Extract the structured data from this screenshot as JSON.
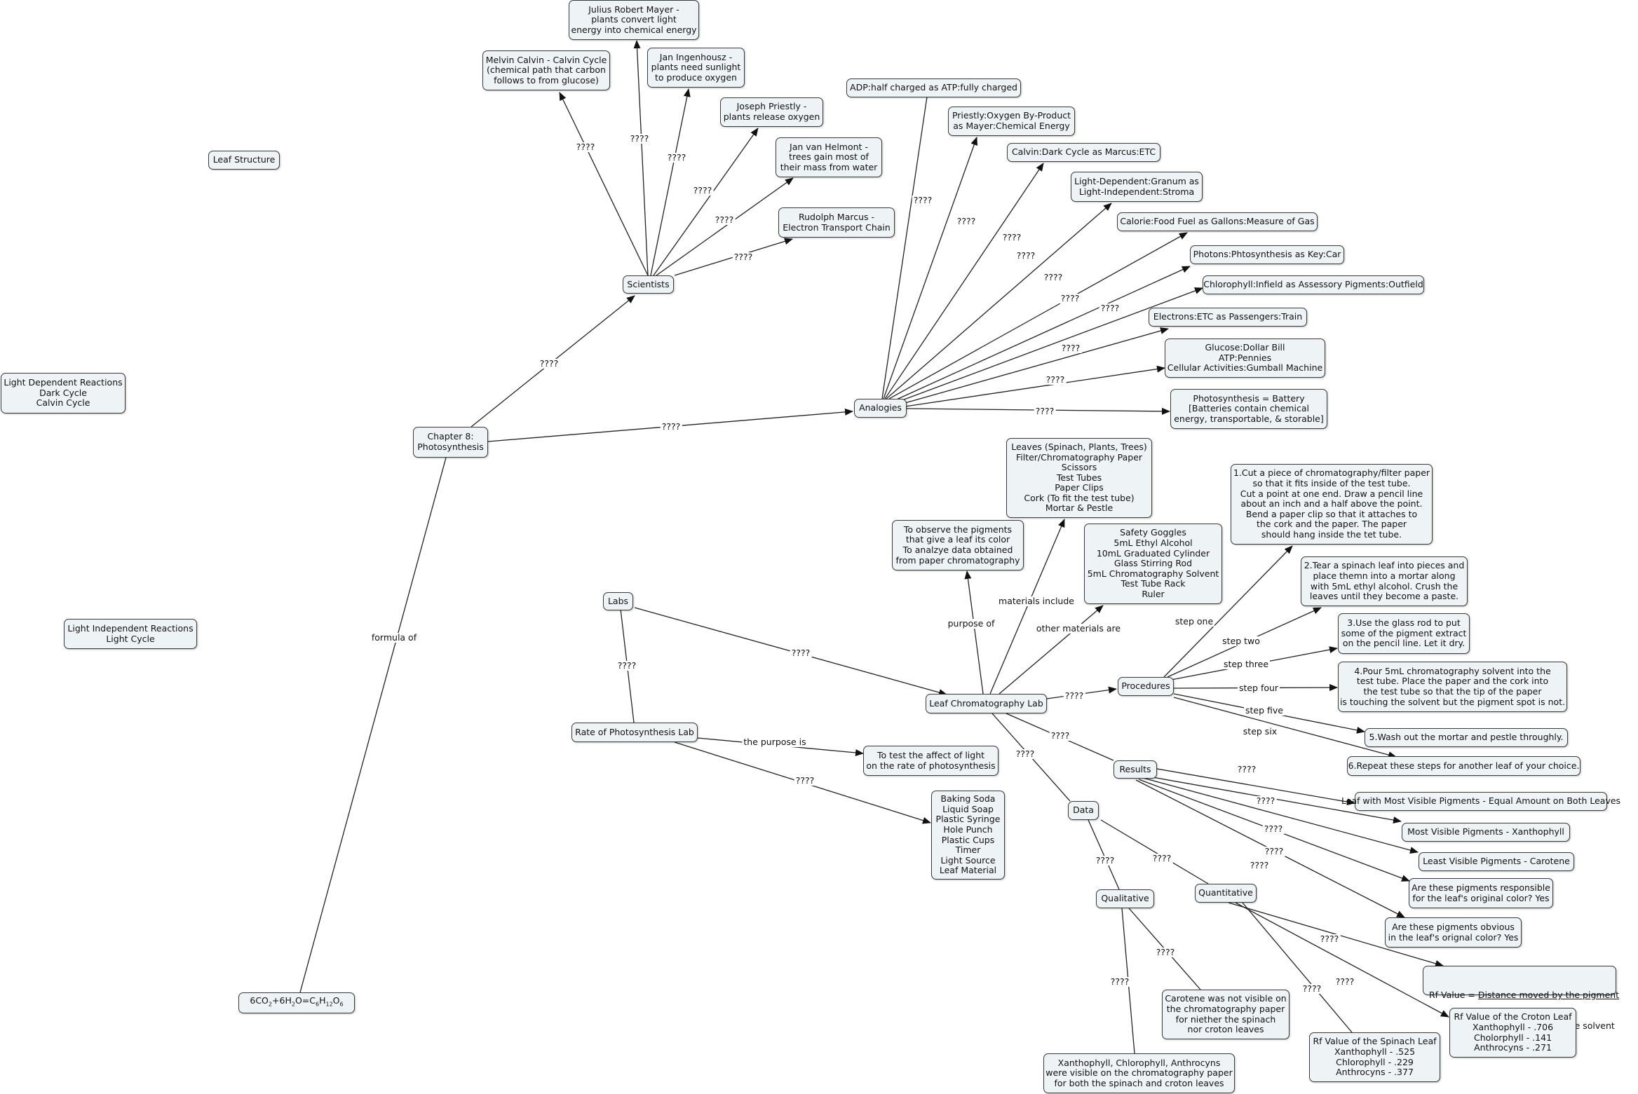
{
  "concept_map": {
    "nodes": {
      "leaf_structure": "Leaf Structure",
      "light_dependent": "Light Dependent Reactions\nDark Cycle\nCalvin Cycle",
      "light_independent": "Light Independent Reactions\nLight Cycle",
      "chapter8": "Chapter 8:\nPhotosynthesis",
      "scientists": "Scientists",
      "mayer": "Julius Robert Mayer -\nplants convert light\nenergy into chemical energy",
      "calvin": "Melvin Calvin - Calvin Cycle\n(chemical path that carbon\nfollows to from glucose)",
      "ingenhousz": "Jan Ingenhousz -\nplants need sunlight\nto produce oxygen",
      "priestly": "Joseph Priestly -\nplants release oxygen",
      "helmont": "Jan van Helmont -\ntrees gain most of\ntheir mass from water",
      "marcus": "Rudolph Marcus -\nElectron Transport Chain",
      "analogies": "Analogies",
      "an_adp": "ADP:half charged as ATP:fully charged",
      "an_priestly": "Priestly:Oxygen By-Product\nas Mayer:Chemical Energy",
      "an_calvin": "Calvin:Dark Cycle as Marcus:ETC",
      "an_granum": "Light-Dependent:Granum as\nLight-Independent:Stroma",
      "an_calorie": "Calorie:Food Fuel as Gallons:Measure of Gas",
      "an_photons": "Photons:Phtosynthesis as Key:Car",
      "an_chloro": "Chlorophyll:Infield as Assessory Pigments:Outfield",
      "an_electrons": "Electrons:ETC as Passengers:Train",
      "an_glucose": "Glucose:Dollar Bill\nATP:Pennies\nCellular Activities:Gumball Machine",
      "an_battery": "Photosynthesis = Battery\n[Batteries contain chemical\nenergy, transportable, & storable]",
      "formula_parts": [
        "6",
        "CO",
        "2",
        "+6",
        "H",
        "2",
        "O=",
        "C",
        "6",
        "H",
        "12",
        "O",
        "6"
      ],
      "labs": "Labs",
      "rate_lab": "Rate of Photosynthesis Lab",
      "rate_purpose": "To test the affect of light\non the rate of photosynthesis",
      "rate_materials": "Baking Soda\nLiquid Soap\nPlastic Syringe\nHole Punch\nPlastic Cups\nTimer\nLight Source\nLeaf Material",
      "leaf_lab": "Leaf Chromatography Lab",
      "leaf_purpose": "To observe the pigments\nthat give a leaf its color\nTo analzye data obtained\nfrom paper chromatography",
      "leaf_materials": "Leaves (Spinach, Plants, Trees)\nFilter/Chromatography Paper\nScissors\nTest Tubes\nPaper Clips\nCork (To fit the test tube)\nMortar & Pestle",
      "leaf_other_materials": "Safety Goggles\n5mL Ethyl Alcohol\n10mL Graduated Cylinder\nGlass Stirring Rod\n5mL Chromatography Solvent\nTest Tube Rack\nRuler",
      "procedures": "Procedures",
      "step1": "1.Cut a piece of chromatography/filter paper\nso that it fits inside of the test tube.\nCut a point at one end. Draw a pencil line\nabout an inch and a half above the point.\nBend a paper clip so that it attaches to\nthe cork and the paper. The paper\nshould hang inside the tet tube.",
      "step2": "2.Tear a spinach leaf into pieces and\nplace themn into a mortar along\nwith 5mL ethyl alcohol. Crush the\nleaves until they become a paste.",
      "step3": "3.Use the glass rod to put\nsome of the pigment extract\non the pencil line. Let it dry.",
      "step4": "4.Pour 5mL chromatography solvent into the\ntest tube. Place the paper and the cork into\nthe test tube so that the tip of the paper\nis touching the solvent but the pigment spot is not.",
      "step5": "5.Wash out the mortar and pestle throughly.",
      "step6": "6.Repeat these steps for another leaf of your choice.",
      "results": "Results",
      "res1": "Leaf with Most Visible Pigments - Equal Amount on Both Leaves",
      "res2": "Most Visible Pigments - Xanthophyll",
      "res3": "Least Visible Pigments - Carotene",
      "res4": "Are these pigments responsible\nfor the leaf's original color? Yes",
      "res5": "Are these pigments obvious\nin the leaf's orignal color? Yes",
      "data": "Data",
      "qualitative": "Qualitative",
      "quantitative": "Quantitative",
      "qual1": "Carotene was not visible on\nthe chromatography paper\nfor niether the spinach\nnor croton leaves",
      "qual2": "Xanthophyll, Chlorophyll, Anthrocyns\nwere visible on the chromatography paper\nfor both the spinach and croton leaves",
      "rf_formula_label": "Rf Value = ",
      "rf_formula_num": "Distance moved by the pigment",
      "rf_formula_den": "Distance moved by the solvent",
      "rf_spinach": "Rf Value of the Spinach Leaf\nXanthophyll - .525\nChlorophyll - .229\nAnthrocyns - .377",
      "rf_croton": "Rf Value of the Croton Leaf\nXanthophyll - .706\nCholorphyll - .141\nAnthrocyns - .271"
    },
    "link_labels": {
      "unknown": "????",
      "formula_of": "formula of",
      "the_purpose_is": "the purpose is",
      "purpose_of": "purpose of",
      "materials_include": "materials include",
      "other_materials_are": "other materials are",
      "step_one": "step one",
      "step_two": "step two",
      "step_three": "step three",
      "step_four": "step four",
      "step_five": "step five",
      "step_six": "step six"
    }
  }
}
